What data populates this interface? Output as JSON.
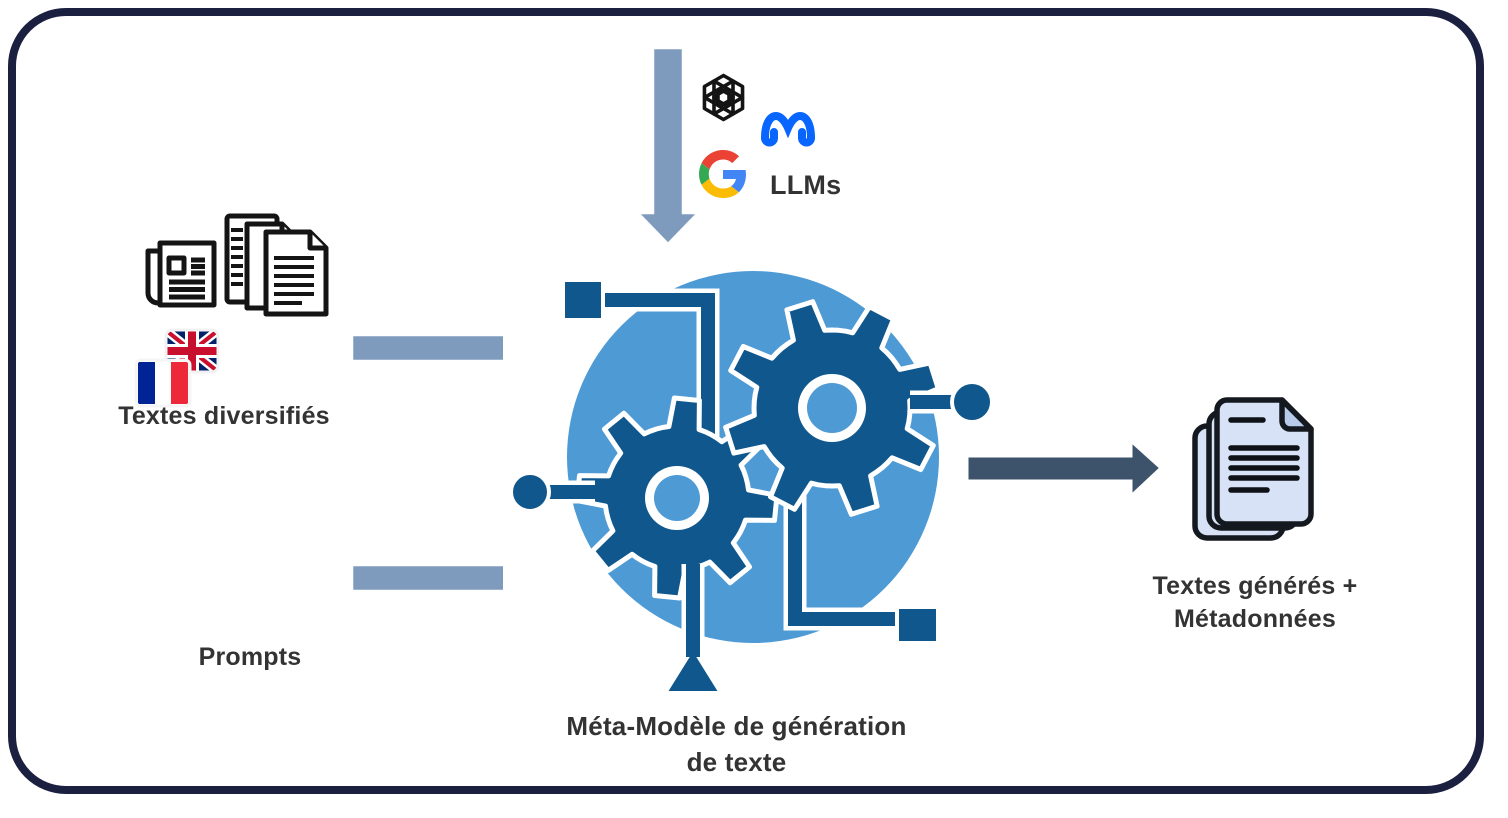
{
  "llms_group": {
    "label": "LLMs",
    "logos": [
      "openai-logo",
      "meta-logo",
      "google-logo"
    ]
  },
  "inputs": {
    "texts_label": "Textes diversifiés",
    "prompts_label": "Prompts"
  },
  "center": {
    "caption_line1": "Méta-Modèle de génération",
    "caption_line2": "de texte"
  },
  "output": {
    "label_line1": "Textes générés +",
    "label_line2": "Métadonnées"
  },
  "icons": {
    "newspaper": "newspaper-icon",
    "documents": "documents-stack-icon",
    "flags": "uk-fr-flags-icon",
    "gears": "gears-machine-icon",
    "generated_docs": "generated-documents-icon"
  },
  "colors": {
    "frame_border": "#1b2040",
    "arrow_steel": "#7e9bbd",
    "arrow_dark": "#3c536b",
    "machine_light_blue": "#4e9ad5",
    "machine_dark_blue": "#0f578c",
    "text": "#333333",
    "meta_blue": "#0866ff",
    "google_red": "#ea4335",
    "google_blue": "#4285f4",
    "google_green": "#34a853",
    "google_yellow": "#fbbc05",
    "output_doc_fill": "#d8e2f6"
  }
}
